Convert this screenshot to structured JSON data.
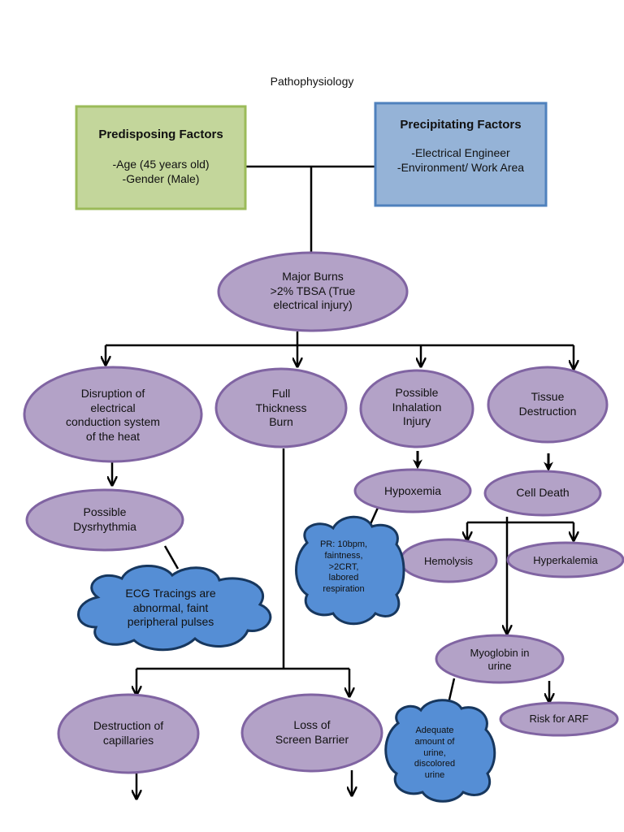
{
  "title": "Pathophysiology",
  "predisposing": {
    "heading": "Predisposing Factors",
    "items": "-Age (45 years old)\n-Gender (Male)"
  },
  "precipitating": {
    "heading": "Precipitating Factors",
    "items": "-Electrical Engineer\n-Environment/ Work Area"
  },
  "major_burns": "Major Burns\n>2% TBSA (True\nelectrical injury)",
  "disruption": "Disruption of\nelectrical\nconduction system\nof the heat",
  "full_thickness": "Full\nThickness\nBurn",
  "inhalation": "Possible\nInhalation\nInjury",
  "tissue": "Tissue\nDestruction",
  "dysrhythmia": "Possible\nDysrhythmia",
  "hypoxemia": "Hypoxemia",
  "cell_death": "Cell Death",
  "ecg_cloud": "ECG Tracings are\nabnormal, faint\nperipheral pulses",
  "pr_cloud": "PR: 10bpm,\nfaintness,\n>2CRT,\nlabored\nrespiration",
  "hemolysis": "Hemolysis",
  "hyperkalemia": "Hyperkalemia",
  "myoglobin": "Myoglobin in\nurine",
  "risk_arf": "Risk for ARF",
  "urine_cloud": "Adequate\namount of\nurine,\ndiscolored\nurine",
  "capillaries": "Destruction of\ncapillaries",
  "screen_barrier": "Loss of\nScreen Barrier",
  "colors": {
    "green_fill": "#c3d69b",
    "green_border": "#9bbb59",
    "blue_fill": "#95b3d7",
    "blue_border": "#4f81bd",
    "oval_fill": "#b3a2c7",
    "oval_border": "#8064a2",
    "cloud_fill": "#558ed5",
    "cloud_border": "#17375e",
    "line": "#000000"
  }
}
